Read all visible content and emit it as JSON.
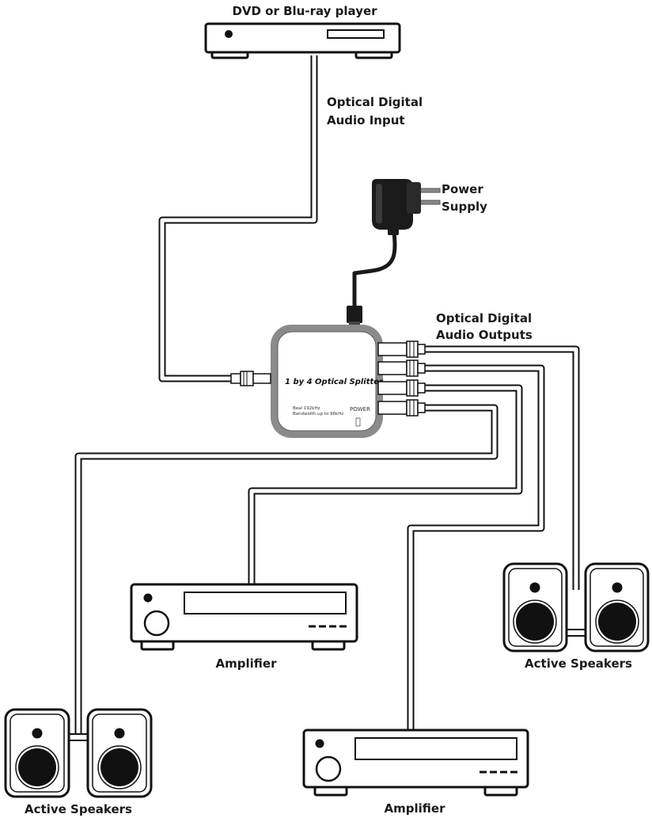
{
  "labels": {
    "dvd_player": "DVD or Blu-ray player",
    "optical_input_line1": "Optical Digital",
    "optical_input_line2": "Audio Input",
    "power_line1": "Power",
    "power_line2": "Supply",
    "optical_outputs_line1": "Optical Digital",
    "optical_outputs_line2": "Audio Outputs",
    "amplifier_center": "Amplifier",
    "amplifier_bottom": "Amplifier",
    "speakers_right": "Active Speakers",
    "speakers_left": "Active Speakers"
  },
  "splitter": {
    "title": "1 by 4 Optical Splitter",
    "spec_line1": "Beal 192kHz",
    "spec_line2": "Bandwidth up to 96kHz",
    "power_led": "POWER"
  }
}
